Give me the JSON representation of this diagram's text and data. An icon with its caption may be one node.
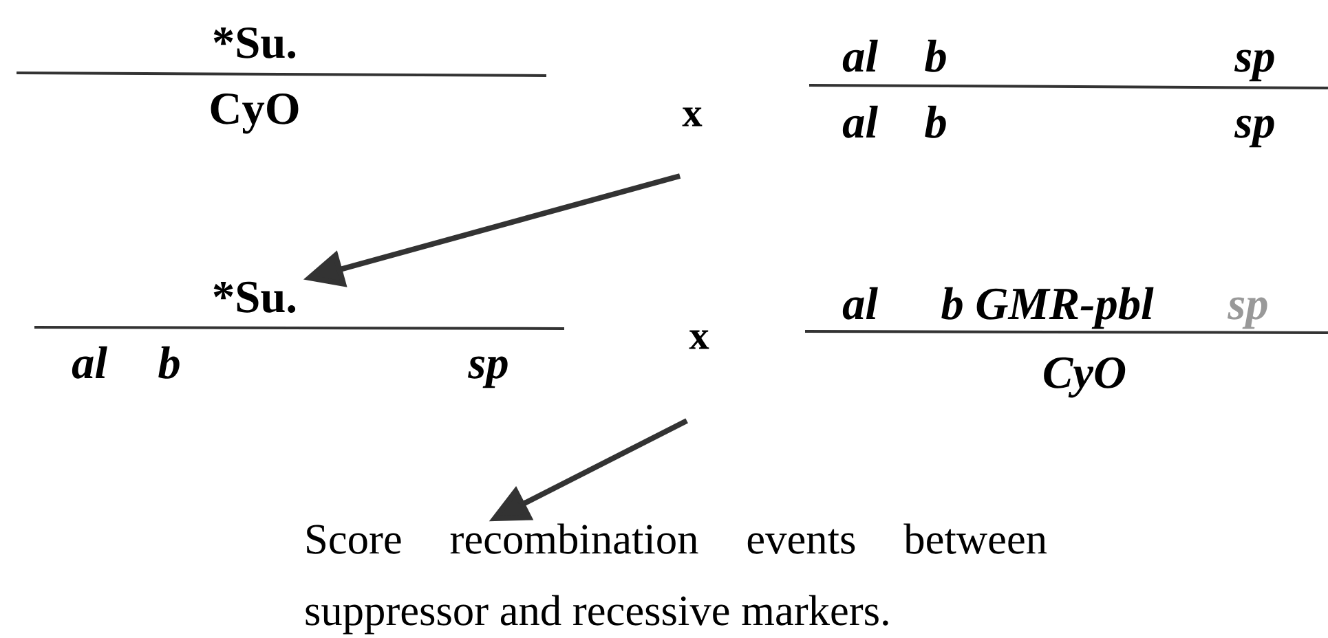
{
  "diagram": {
    "nodes": [
      {
        "text": [
          "x"
        ]
      },
      {
        "text": [
          "*Su."
        ]
      },
      {
        "text": [
          "x"
        ]
      },
      {
        "text": [
          "Score recombination events between suppressor and recessive markers."
        ]
      }
    ],
    "edges": [
      {
        "from": 0,
        "to": 1,
        "arrow": "to"
      },
      {
        "from": 2,
        "to": 3,
        "arrow": "to"
      }
    ],
    "labels": [
      "*Su.",
      "CyO",
      "al",
      "b",
      "sp",
      "al",
      "b",
      "sp",
      "al",
      "b",
      "sp",
      "al",
      "b GMR-pbl",
      "sp",
      "CyO"
    ]
  }
}
